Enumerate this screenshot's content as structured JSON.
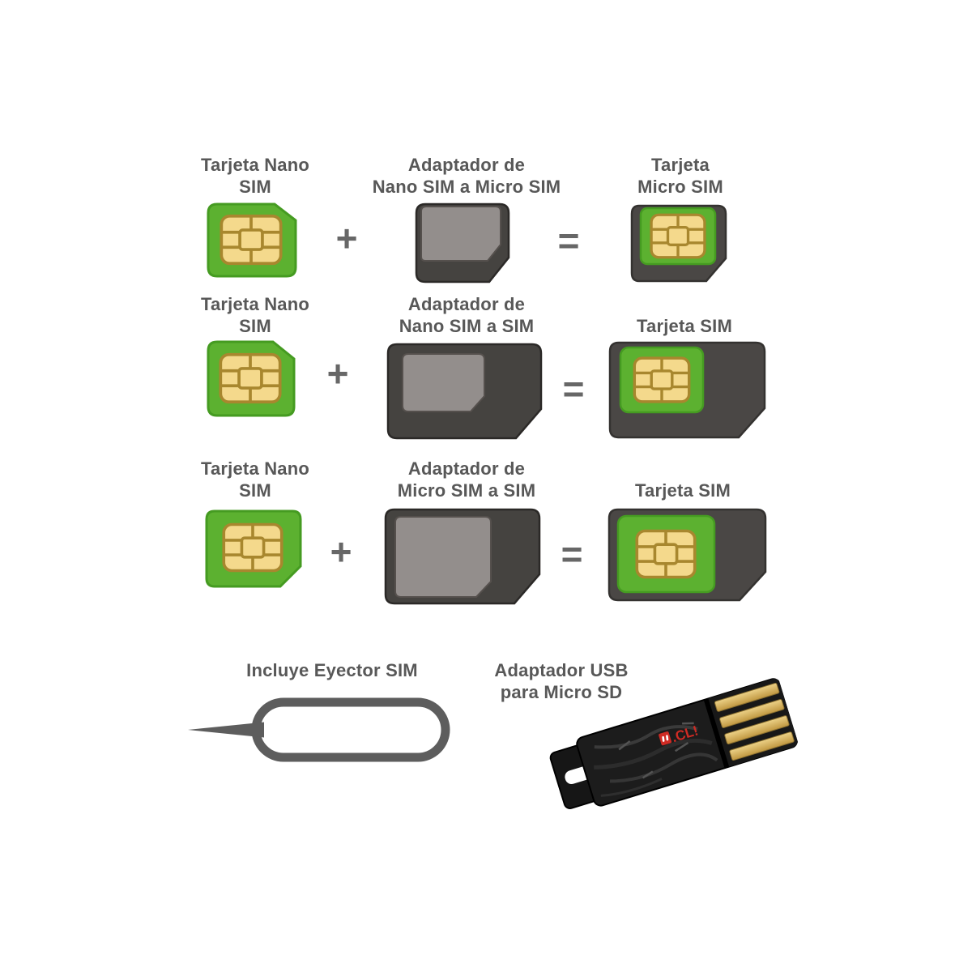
{
  "operators": {
    "plus": "+",
    "equals": "="
  },
  "rows": [
    {
      "source": {
        "line1": "Tarjeta Nano",
        "line2": "SIM"
      },
      "adapter": {
        "line1": "Adaptador de",
        "line2": "Nano SIM a Micro SIM"
      },
      "result": {
        "line1": "Tarjeta",
        "line2": "Micro SIM"
      }
    },
    {
      "source": {
        "line1": "Tarjeta Nano",
        "line2": "SIM"
      },
      "adapter": {
        "line1": "Adaptador de",
        "line2": "Nano SIM a SIM"
      },
      "result": {
        "line1": "",
        "line2": "Tarjeta SIM"
      }
    },
    {
      "source": {
        "line1": "Tarjeta Nano",
        "line2": "SIM"
      },
      "adapter": {
        "line1": "Adaptador de",
        "line2": "Micro SIM a SIM"
      },
      "result": {
        "line1": "",
        "line2": "Tarjeta SIM"
      }
    }
  ],
  "footer": {
    "ejector_label": "Incluye Eyector SIM",
    "usb_label_line1": "Adaptador USB",
    "usb_label_line2": "para Micro SD",
    "usb_watermark": ".CL!"
  },
  "colors": {
    "label_text": "#585858",
    "sim_green": "#5cb130",
    "sim_green_border": "#459b21",
    "chip_gold": "#f4d98c",
    "chip_gold_line": "#a8872e",
    "adapter_dark": "#454340",
    "adapter_recess": "#938e8c",
    "frame_dark": "#4a4745",
    "ejector_gray": "#5d5d5d",
    "usb_black": "#1c1c1c",
    "usb_gold": "#d7af57",
    "watermark_red": "#cf2b24"
  }
}
